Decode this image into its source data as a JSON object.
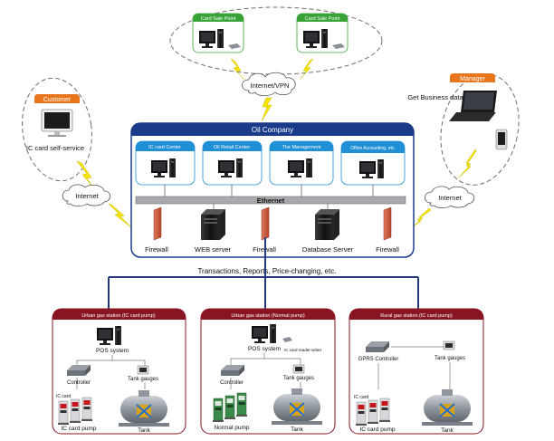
{
  "card_sale_points": {
    "left_label": "Card Sale Point",
    "right_label": "Card Sale Point"
  },
  "internet_vpn": "Internet/VPN",
  "customer": {
    "label": "Customer",
    "caption": "IC card self-service",
    "internet": "Internet"
  },
  "manager": {
    "label": "Manager",
    "caption": "Get Business data",
    "internet": "Internet"
  },
  "oil_company": {
    "title": "Oil Company",
    "departments": [
      "IC card Center",
      "Oil Retail Center",
      "The Management",
      "Office Accounting, etc."
    ],
    "ethernet": "Ethernet",
    "firewall_left": "Firewall",
    "web_server": "WEB server",
    "firewall_middle": "Firewall",
    "database_server": "Database Server",
    "firewall_right": "Firewall"
  },
  "transactions_label": "Transactions, Reports, Price-changing, etc.",
  "stations": [
    {
      "title": "Urban gas station (IC card pump)",
      "pos": "POS system",
      "controller": "Controller",
      "tank_gauges": "Tank gauges",
      "ic_card_tag": "IC card",
      "pump": "IC card pump",
      "tank": "Tank"
    },
    {
      "title": "Urban gas station (Normal pump)",
      "pos": "POS system",
      "reader": "IC card reader-writer",
      "controller": "Controller",
      "tank_gauges": "Tank gauges",
      "pump": "Normal pump",
      "tank": "Tank"
    },
    {
      "title": "Rural gas station (IC card pump)",
      "controller": "GPRS Controller",
      "tank_gauges": "Tank gauges",
      "ic_card_tag": "IC card",
      "pump": "IC card pump",
      "tank": "Tank"
    }
  ],
  "colors": {
    "oil_company_header": "#1a3a8a",
    "department_header": "#1f8fd6",
    "station_header": "#8a1522",
    "card_point_header": "#37a236",
    "customer_header": "#e8761c",
    "bus_line": "#243a80",
    "lightning": "#f5e400"
  }
}
